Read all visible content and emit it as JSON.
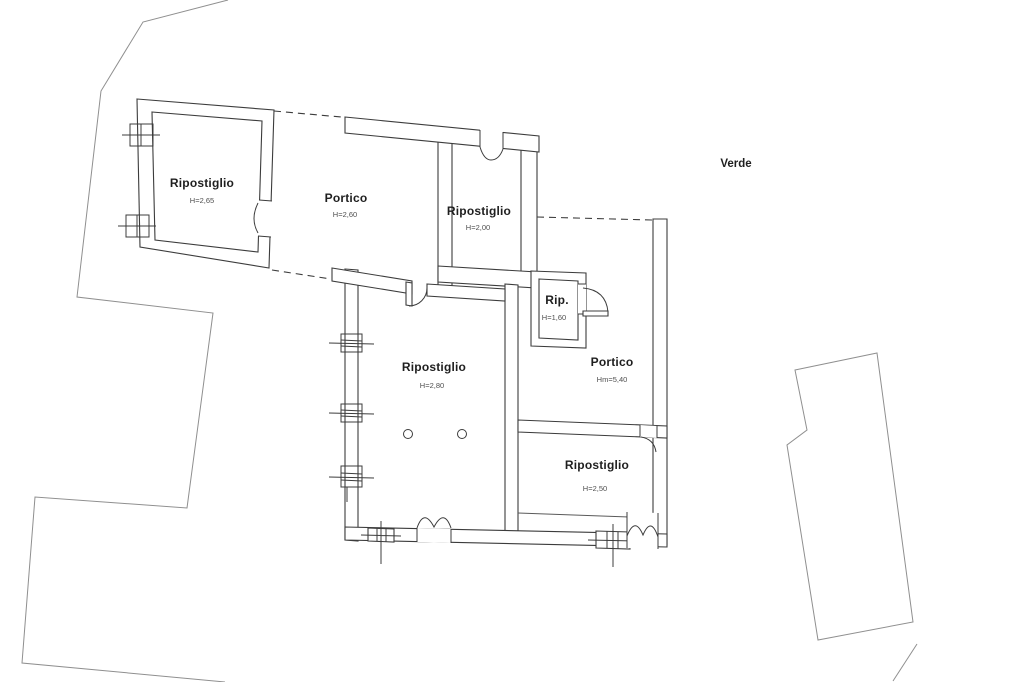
{
  "drawing": {
    "type": "architectural-floor-plan",
    "area_label": "Verde",
    "rooms": [
      {
        "id": "annex-storage",
        "name": "Ripostiglio",
        "height": "H=2,65"
      },
      {
        "id": "portico-west",
        "name": "Portico",
        "height": "H=2,60"
      },
      {
        "id": "storage-north",
        "name": "Ripostiglio",
        "height": "H=2,00"
      },
      {
        "id": "storage-small",
        "name": "Rip.",
        "height": "H=1,60"
      },
      {
        "id": "portico-east",
        "name": "Portico",
        "height": "Hm=5,40"
      },
      {
        "id": "storage-central",
        "name": "Ripostiglio",
        "height": "H=2,80"
      },
      {
        "id": "storage-south",
        "name": "Ripostiglio",
        "height": "H=2,50"
      }
    ],
    "colors": {
      "wall_line": "#3c3c3c",
      "boundary_line": "#8f8f8f",
      "label_text": "#1f1f1f",
      "height_text": "#4f4f4f",
      "background": "#ffffff"
    }
  }
}
